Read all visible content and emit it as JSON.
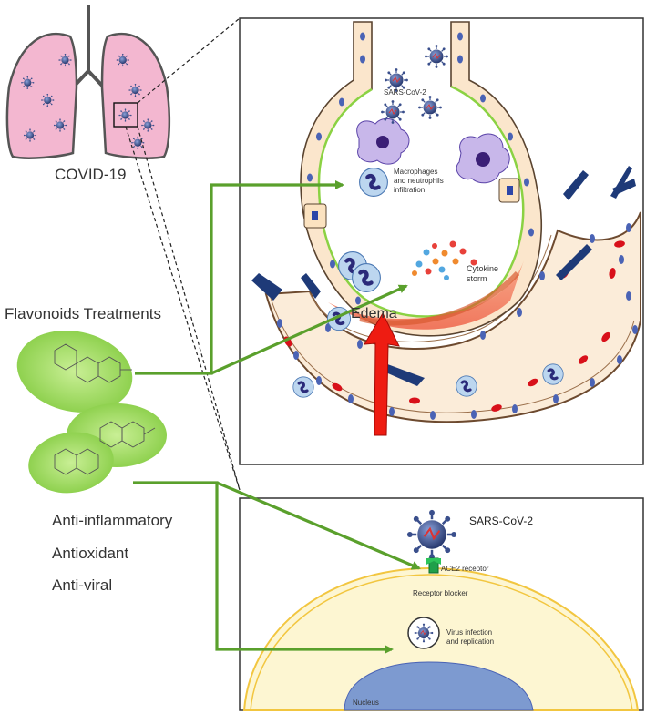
{
  "labels": {
    "covid": "COVID-19",
    "flavonoids": "Flavonoids Treatments",
    "effects": [
      "Anti-inflammatory",
      "Antioxidant",
      "Anti-viral"
    ],
    "sars_top": "SARS-CoV-2",
    "macrophages": [
      "Macrophages",
      "and neutrophils",
      "infiltration"
    ],
    "cytokine": [
      "Cytokine",
      "storm"
    ],
    "edema": "Edema",
    "sars_bottom": "SARS-CoV-2",
    "ace2": "ACE2 receptor",
    "receptor_blocker": "Receptor blocker",
    "virus_infection": [
      "Virus infection",
      "and replication"
    ],
    "nucleus": "Nucleus"
  },
  "colors": {
    "arrow_green": "#5aa02c",
    "edema_red": "#ee1c12",
    "lung_pink": "#f2b6cf",
    "virus_blue": "#3a4f8c",
    "cell_yellow": "#fdf6d2",
    "nucleus_blue": "#7d9ad0",
    "vessel_cream": "#fbecd9"
  }
}
